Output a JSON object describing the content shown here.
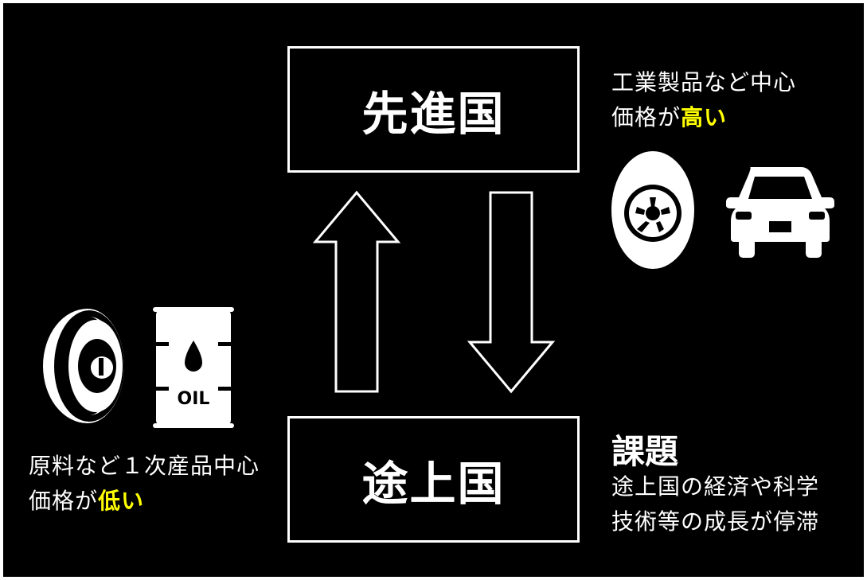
{
  "diagram": {
    "top_box": {
      "label": "先進国"
    },
    "bottom_box": {
      "label": "途上国"
    },
    "top_caption": {
      "line1": "工業製品など中心",
      "line2_prefix": "価格が",
      "line2_highlight": "高い"
    },
    "bottom_caption": {
      "line1": "原料など１次産品中心",
      "line2_prefix": "価格が",
      "line2_highlight": "低い"
    },
    "issue": {
      "title": "課題",
      "line1": "途上国の経済や科学",
      "line2": "技術等の成長が停滞"
    },
    "barrel_label": "OIL"
  },
  "icons": {
    "top_right": [
      "tire-icon",
      "car-icon"
    ],
    "bottom_left": [
      "ore-icon",
      "oil-barrel-icon"
    ]
  },
  "colors": {
    "background": "#000000",
    "foreground": "#ffffff",
    "highlight": "#ffff00"
  }
}
